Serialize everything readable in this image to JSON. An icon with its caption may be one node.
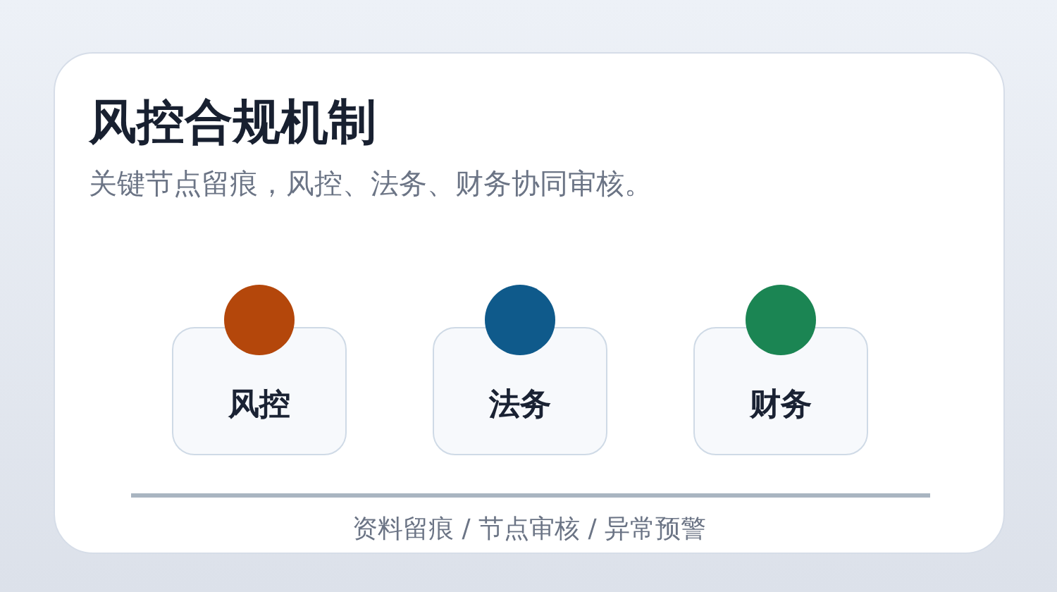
{
  "diagram": {
    "title": "风控合规机制",
    "nodes": [
      {
        "text": [
          "风控"
        ]
      },
      {
        "text": [
          "法务"
        ]
      },
      {
        "text": [
          "财务"
        ]
      }
    ],
    "labels": [
      "关键节点留痕，风控、法务、财务协同审核。",
      "资料留痕 / 节点审核 / 异常预警"
    ]
  }
}
